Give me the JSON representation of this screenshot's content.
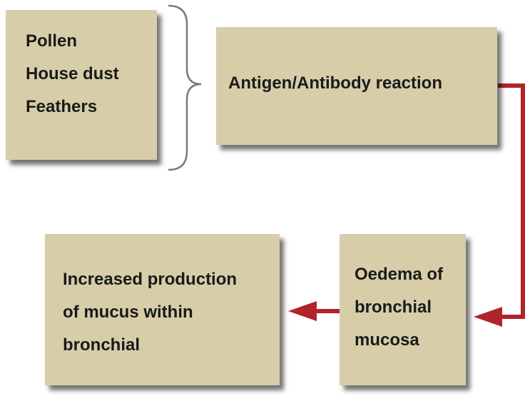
{
  "triggers": {
    "items": [
      "Pollen",
      "House dust",
      "Feathers"
    ]
  },
  "antigen_box": {
    "label": "Antigen/Antibody reaction"
  },
  "oedema_box": {
    "lines": [
      "Oedema of",
      "bronchial",
      "mucosa"
    ]
  },
  "mucus_box": {
    "lines": [
      "Increased production",
      "of mucus within",
      "bronchial"
    ]
  },
  "colors": {
    "box_fill": "#d7cda9",
    "arrow": "#b0242a",
    "brace": "#7a7a7a"
  }
}
